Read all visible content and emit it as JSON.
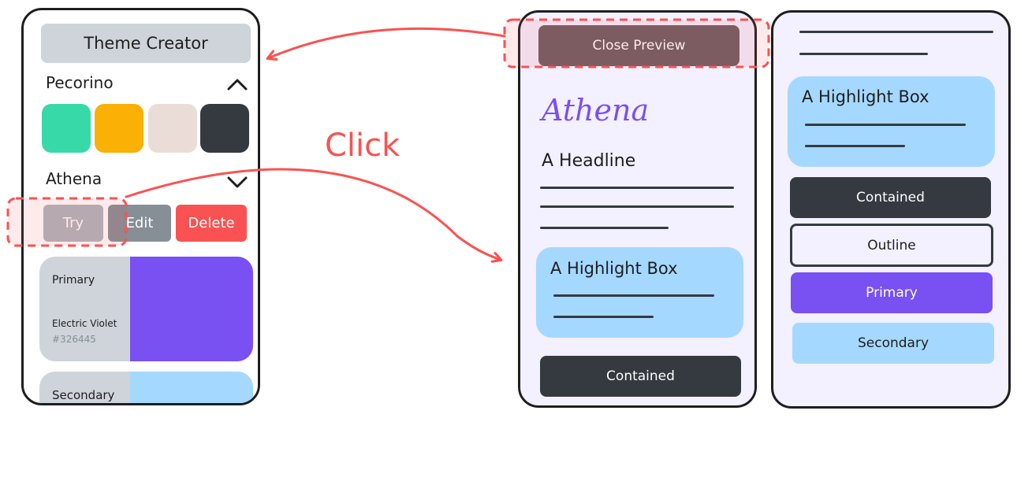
{
  "left_phone": {
    "title": "Theme Creator",
    "themes": [
      {
        "name": "Pecorino",
        "expanded": true,
        "chevron": "chevron-up-icon",
        "swatches": [
          "#38d9a9",
          "#fab005",
          "#eaddd7",
          "#343a40"
        ]
      },
      {
        "name": "Athena",
        "expanded": false,
        "chevron": "chevron-down-icon"
      }
    ],
    "actions": {
      "try": "Try",
      "edit": "Edit",
      "delete": "Delete"
    },
    "color_cards": [
      {
        "role": "Primary",
        "name": "Electric Violet",
        "hex": "#326445",
        "color": "#7950f2"
      },
      {
        "role": "Secondary",
        "color": "#a5d8ff"
      }
    ]
  },
  "annotation": {
    "label": "Click",
    "color": "#fa5252"
  },
  "preview_phone": {
    "close_button": "Close Preview",
    "theme_title": "Athena",
    "headline": "A Headline",
    "highlight_box": "A Highlight Box",
    "contained_button": "Contained"
  },
  "preview_phone_scrolled": {
    "highlight_box": "A Highlight Box",
    "buttons": {
      "contained": "Contained",
      "outline": "Outline",
      "primary": "Primary",
      "secondary": "Secondary"
    }
  },
  "colors": {
    "accent": "#7950f2",
    "light": "#a5d8ff",
    "dark": "#343a40",
    "danger": "#fa5252",
    "surface": "#f3f0ff"
  }
}
